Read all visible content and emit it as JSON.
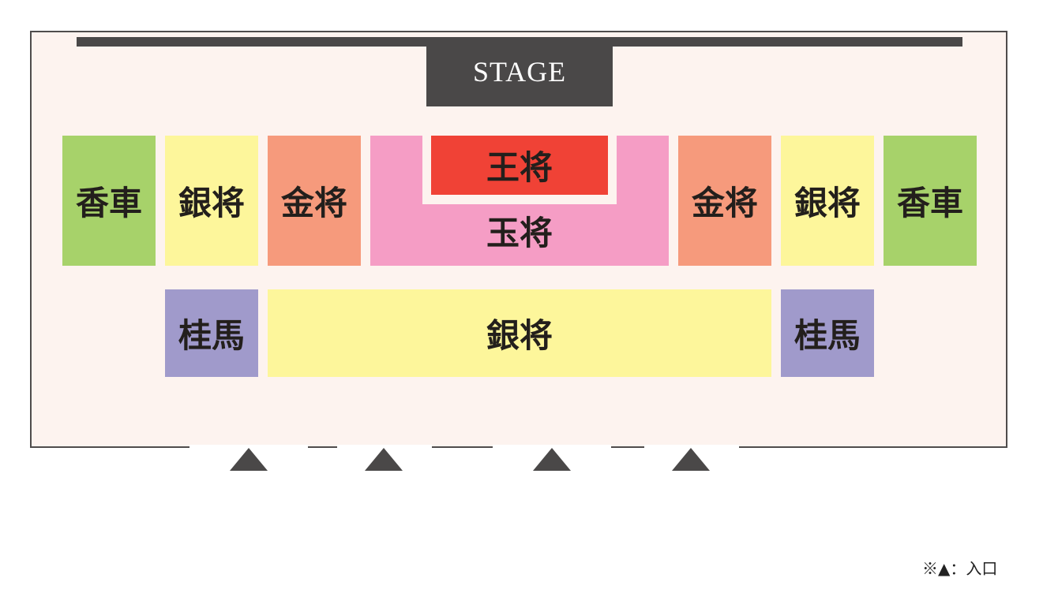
{
  "stage": {
    "label": "STAGE"
  },
  "colors": {
    "venue_bg": "#fdf3ef",
    "stage": "#4a4848",
    "kyosha": "#a7d26a",
    "ginsho": "#fdf69b",
    "kinsho": "#f69a7c",
    "gyokusho": "#f59dc5",
    "osho": "#f04236",
    "keima": "#a09acb"
  },
  "blocks": {
    "kyosha_left": "香車",
    "ginsho_left": "銀将",
    "kinsho_left": "金将",
    "osho": "王将",
    "gyokusho": "玉将",
    "kinsho_right": "金将",
    "ginsho_right": "銀将",
    "kyosha_right": "香車",
    "keima_left": "桂馬",
    "ginsho_center": "銀将",
    "keima_right": "桂馬"
  },
  "entrance_icon": "triangle-up-icon",
  "legend": {
    "text": "※▲：入口"
  }
}
